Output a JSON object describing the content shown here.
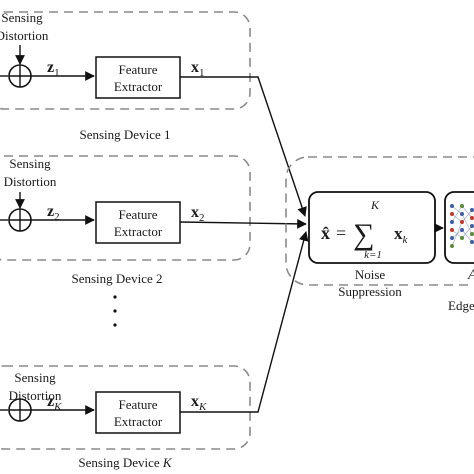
{
  "devices": [
    {
      "sensing_label_line1": "Sensing",
      "sensing_label_line2": "Distortion",
      "z_label": "z",
      "z_sub": "1",
      "feature_line1": "Feature",
      "feature_line2": "Extractor",
      "x_label": "x",
      "x_sub": "1",
      "caption": "Sensing Device 1"
    },
    {
      "sensing_label_line1": "Sensing",
      "sensing_label_line2": "Distortion",
      "z_label": "z",
      "z_sub": "2",
      "feature_line1": "Feature",
      "feature_line2": "Extractor",
      "x_label": "x",
      "x_sub": "2",
      "caption": "Sensing Device 2"
    },
    {
      "sensing_label_line1": "Sensing",
      "sensing_label_line2": "Distortion",
      "z_label": "z",
      "z_sub": "K",
      "feature_line1": "Feature",
      "feature_line2": "Extractor",
      "x_label": "x",
      "x_sub": "K",
      "caption_prefix": "Sensing Device ",
      "caption_k": "K"
    }
  ],
  "ellipsis": "⋮",
  "noise": {
    "lhs": "x̂",
    "equals": "=",
    "sum": "∑",
    "upper": "K",
    "lower": "k=1",
    "term": "x",
    "term_sub": "k",
    "caption_line1": "Noise",
    "caption_line2": "Suppression"
  },
  "edge_label": "Edge",
  "ai_label": "A"
}
